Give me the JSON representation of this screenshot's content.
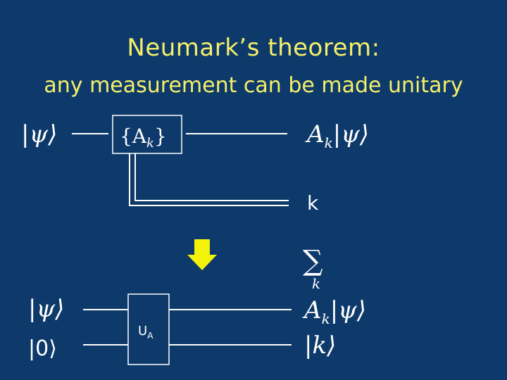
{
  "title": "Neumark’s theorem:",
  "subtitle": "any measurement can be made unitary",
  "top_circuit": {
    "input_state": "|ψ⟩",
    "measurement_box": "{A",
    "measurement_sub": "k",
    "measurement_close": "}",
    "output_op": "A",
    "output_sub": "k",
    "output_state": "|ψ⟩",
    "outcome_label": "k"
  },
  "bottom_circuit": {
    "sum_symbol": "∑",
    "sum_index": "k",
    "input_psi": "|ψ⟩",
    "input_zero": "|0⟩",
    "unitary_main": "U",
    "unitary_sub": "A",
    "output_op": "A",
    "output_sub": "k",
    "output_psi": "|ψ⟩",
    "output_k": "|k⟩"
  },
  "colors": {
    "background": "#0e3a6b",
    "title": "#f5ef6a",
    "arrow": "#f2f20a",
    "lines": "#ffffff"
  }
}
